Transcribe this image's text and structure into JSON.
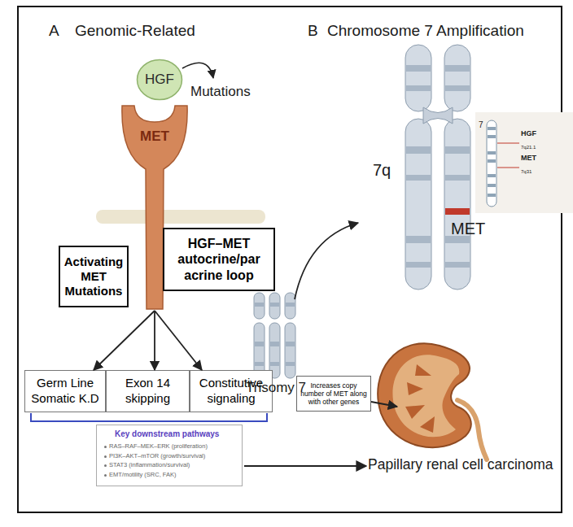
{
  "diagram": {
    "nodes": [
      {
        "text": [
          "HGF"
        ]
      },
      {
        "text": [
          "MET"
        ]
      },
      {
        "text": [
          "Activating MET Mutations"
        ]
      },
      {
        "text": [
          "HGF–MET autocrine/par acrine loop"
        ]
      },
      {
        "text": [
          "Germ Line Somatic K.D"
        ]
      },
      {
        "text": [
          "Exon 14 skipping"
        ]
      },
      {
        "text": [
          "Constitutive signaling"
        ]
      },
      {
        "text": [
          "Key downstream pathways",
          "RAS–RAF–MEK–ERK (proliferation)",
          "PI3K–AKT–mTOR (growth/survival)",
          "STAT3 (inflammation/survival)",
          "EMT/motility (SRC, FAK)"
        ]
      },
      {
        "text": [
          "Increases copy number of MET along with other genes"
        ]
      }
    ],
    "edges": [
      {
        "from": 1,
        "to": 4,
        "arrow": "to"
      },
      {
        "from": 1,
        "to": 5,
        "arrow": "to"
      },
      {
        "from": 1,
        "to": 6,
        "arrow": "to"
      }
    ],
    "labels": [
      "A",
      "Genomic-Related",
      "B",
      "Chromosome 7 Amplification",
      "Mutations",
      "7q",
      "MET",
      "7",
      "HGF",
      "7q21.1",
      "MET",
      "7q31",
      "Trisomy 7",
      "Papillary renal cell carcinoma"
    ]
  }
}
